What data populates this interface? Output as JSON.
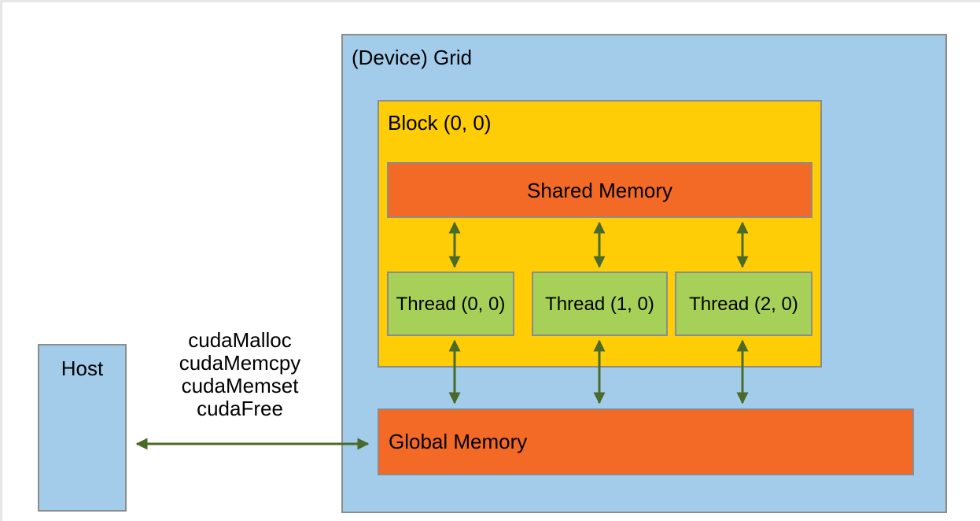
{
  "device": {
    "title": "(Device) Grid"
  },
  "block": {
    "title": "Block (0, 0)"
  },
  "shared_memory": {
    "label": "Shared Memory"
  },
  "threads": [
    {
      "label": "Thread (0, 0)"
    },
    {
      "label": "Thread (1, 0)"
    },
    {
      "label": "Thread (2, 0)"
    }
  ],
  "global_memory": {
    "label": "Global Memory"
  },
  "host": {
    "label": "Host"
  },
  "api_calls": [
    "cudaMalloc",
    "cudaMemcpy",
    "cudaMemset",
    "cudaFree"
  ],
  "colors": {
    "device": "#a3cceb",
    "block": "#fecd06",
    "memory": "#f26a25",
    "thread": "#a6d057",
    "arrow": "#4a6a2a"
  }
}
